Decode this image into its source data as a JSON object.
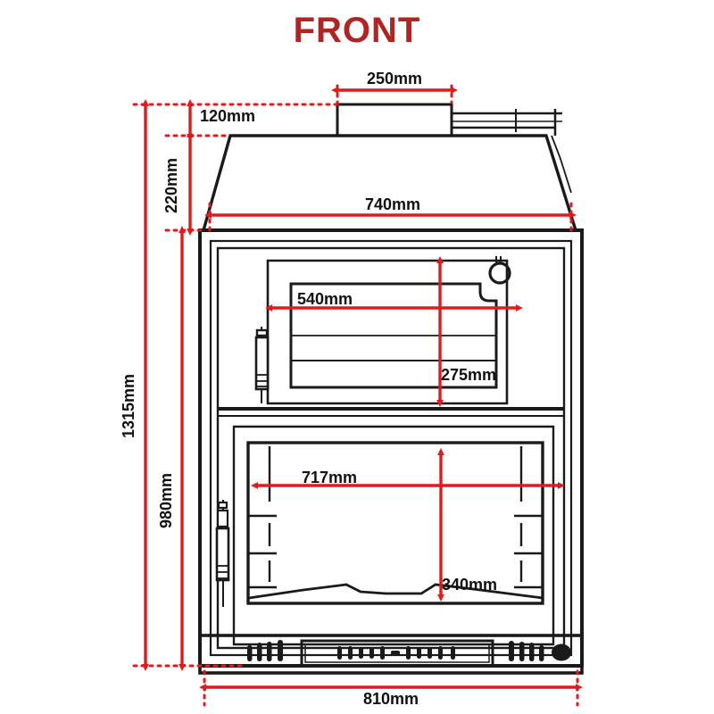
{
  "title": {
    "text": "FRONT",
    "color": "#B02424"
  },
  "colors": {
    "dimension_red": "#E01B1B",
    "outline_black": "#1A1A1A",
    "title_red": "#B02424",
    "background": "#FFFFFF"
  },
  "dimensions": {
    "flue_width": "250mm",
    "flue_height": "120mm",
    "canopy_height": "220mm",
    "canopy_width": "740mm",
    "total_height": "1315mm",
    "body_height": "980mm",
    "oven_width": "540mm",
    "oven_height": "275mm",
    "firebox_width": "717mm",
    "firebox_height": "340mm",
    "base_width": "810mm"
  },
  "drawing_data": {
    "type": "technical-elevation-drawing",
    "view": "front",
    "subject": "wood-burning cook stove with canopy and flue",
    "units": "mm",
    "labelled_dimensions": [
      {
        "label": "250mm",
        "value": 250,
        "orientation": "horizontal",
        "measures": "flue collar width"
      },
      {
        "label": "120mm",
        "value": 120,
        "orientation": "vertical",
        "measures": "flue collar height"
      },
      {
        "label": "220mm",
        "value": 220,
        "orientation": "vertical",
        "measures": "canopy height"
      },
      {
        "label": "740mm",
        "value": 740,
        "orientation": "horizontal",
        "measures": "canopy base width"
      },
      {
        "label": "1315mm",
        "value": 1315,
        "orientation": "vertical",
        "measures": "overall height"
      },
      {
        "label": "980mm",
        "value": 980,
        "orientation": "vertical",
        "measures": "main body height"
      },
      {
        "label": "540mm",
        "value": 540,
        "orientation": "horizontal",
        "measures": "oven opening width"
      },
      {
        "label": "275mm",
        "value": 275,
        "orientation": "vertical",
        "measures": "oven opening height"
      },
      {
        "label": "717mm",
        "value": 717,
        "orientation": "horizontal",
        "measures": "firebox opening width"
      },
      {
        "label": "340mm",
        "value": 340,
        "orientation": "vertical",
        "measures": "firebox opening height"
      },
      {
        "label": "810mm",
        "value": 810,
        "orientation": "horizontal",
        "measures": "overall base width"
      }
    ]
  }
}
